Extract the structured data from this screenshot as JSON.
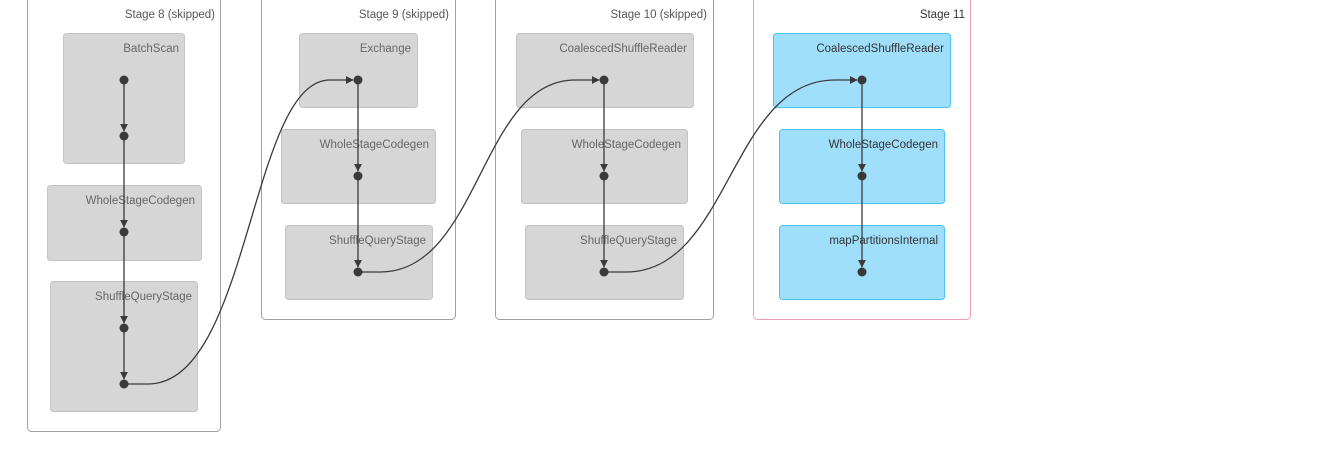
{
  "stages": [
    {
      "id": "stage8",
      "label": "Stage 8 (skipped)",
      "active": false,
      "clusters": [
        {
          "id": "s8-batchscan",
          "label": "BatchScan"
        },
        {
          "id": "s8-wsc",
          "label": "WholeStageCodegen"
        },
        {
          "id": "s8-sqs",
          "label": "ShuffleQueryStage"
        }
      ]
    },
    {
      "id": "stage9",
      "label": "Stage 9 (skipped)",
      "active": false,
      "clusters": [
        {
          "id": "s9-exchange",
          "label": "Exchange"
        },
        {
          "id": "s9-wsc",
          "label": "WholeStageCodegen"
        },
        {
          "id": "s9-sqs",
          "label": "ShuffleQueryStage"
        }
      ]
    },
    {
      "id": "stage10",
      "label": "Stage 10 (skipped)",
      "active": false,
      "clusters": [
        {
          "id": "s10-csr",
          "label": "CoalescedShuffleReader"
        },
        {
          "id": "s10-wsc",
          "label": "WholeStageCodegen"
        },
        {
          "id": "s10-sqs",
          "label": "ShuffleQueryStage"
        }
      ]
    },
    {
      "id": "stage11",
      "label": "Stage 11",
      "active": true,
      "clusters": [
        {
          "id": "s11-csr",
          "label": "CoalescedShuffleReader"
        },
        {
          "id": "s11-wsc",
          "label": "WholeStageCodegen"
        },
        {
          "id": "s11-mpi",
          "label": "mapPartitionsInternal"
        }
      ]
    }
  ]
}
